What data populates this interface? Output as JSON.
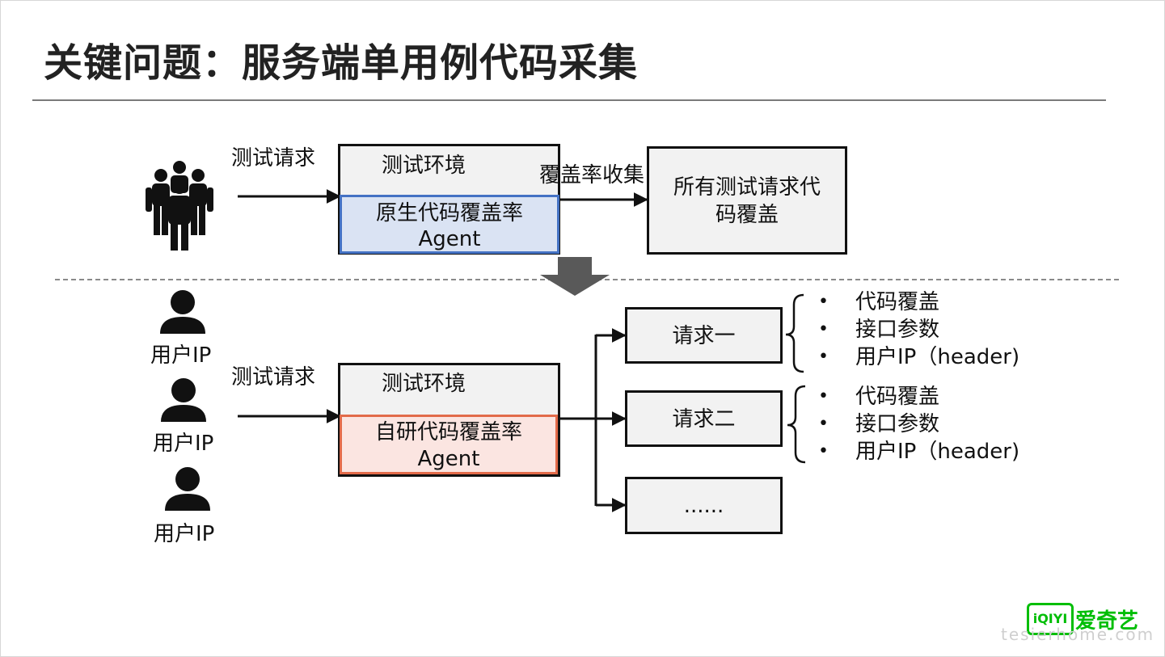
{
  "title": "关键问题：服务端单用例代码采集",
  "top_flow": {
    "input_label": "测试请求",
    "env_label": "测试环境",
    "agent_line1": "原生代码覆盖率",
    "agent_line2": "Agent",
    "collect_label": "覆盖率收集",
    "result_line1": "所有测试请求代",
    "result_line2": "码覆盖"
  },
  "bottom_flow": {
    "users": [
      "用户IP",
      "用户IP",
      "用户IP"
    ],
    "input_label": "测试请求",
    "env_label": "测试环境",
    "agent_line1": "自研代码覆盖率",
    "agent_line2": "Agent",
    "requests": [
      "请求一",
      "请求二",
      "......"
    ],
    "details": [
      [
        "代码覆盖",
        "接口参数",
        "用户IP（header)"
      ],
      [
        "代码覆盖",
        "接口参数",
        "用户IP（header)"
      ]
    ]
  },
  "logo": {
    "mark": "iQIYI",
    "name": "爱奇艺"
  },
  "watermark": "tesierhome.com",
  "colors": {
    "agent_native_border": "#4472c4",
    "agent_native_fill": "#dae3f3",
    "agent_custom_border": "#e26b4a",
    "agent_custom_fill": "#fbe5e1",
    "logo": "#00be06"
  },
  "icons": [
    "group-people-icon",
    "user-icon",
    "down-arrow-icon",
    "bracket-icon"
  ]
}
